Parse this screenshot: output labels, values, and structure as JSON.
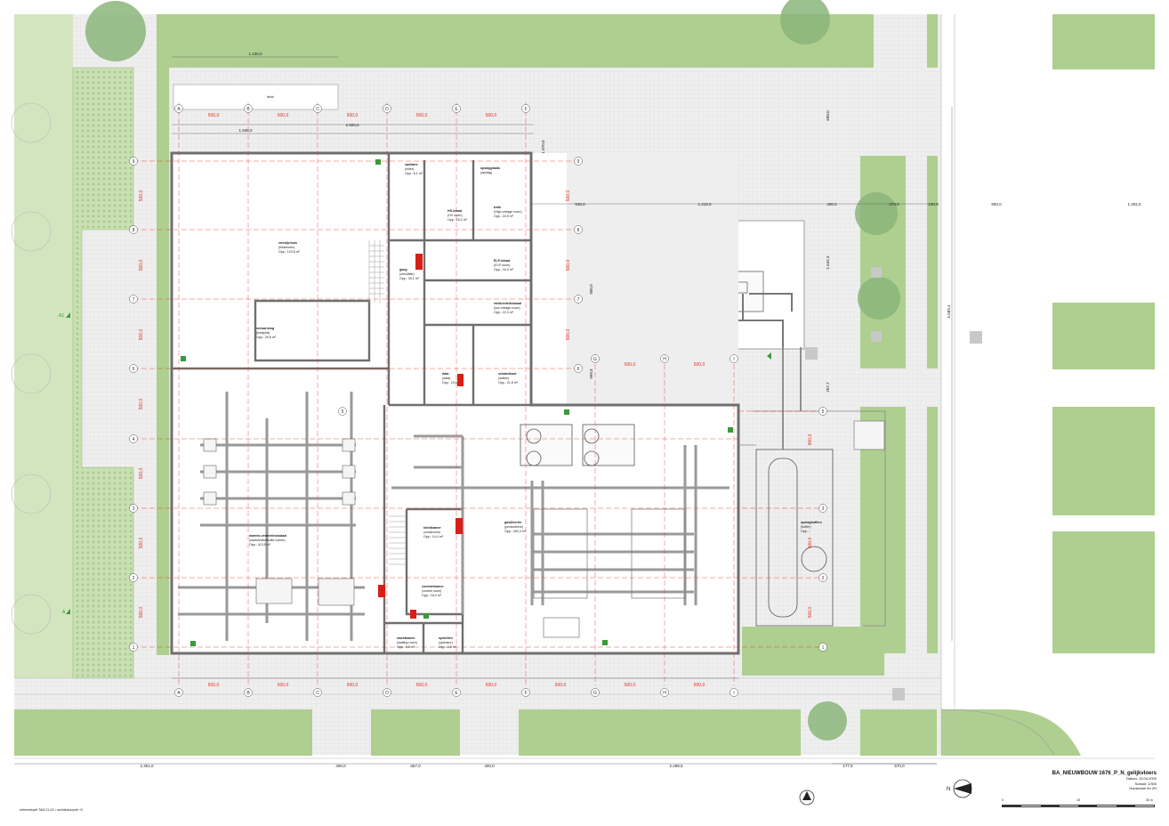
{
  "title_block": {
    "project": "BA_NIEUWBOUW 1676_P_N_gelijkvloers",
    "date": "Datum: 13.04.2020",
    "scale": "Schaal: 1/300",
    "version": "Huidversie fm 2H",
    "scale_labels": [
      "0",
      "15",
      "30 m"
    ]
  },
  "footnote": "referentiepeil TAW 21.43 = architectuurpeil +0",
  "north_label": "N",
  "grid_columns": [
    "A",
    "B",
    "C",
    "D",
    "E",
    "F"
  ],
  "grid_columns_bottom": [
    "A",
    "B",
    "C",
    "D",
    "E",
    "F",
    "G",
    "H",
    "I"
  ],
  "grid_columns_right": [
    "G",
    "H",
    "I"
  ],
  "grid_rows": [
    "9",
    "8",
    "7",
    "6",
    "5",
    "4",
    "3",
    "2",
    "1"
  ],
  "grid_rows_right": [
    "9",
    "8",
    "7",
    "6",
    "5",
    "3",
    "2",
    "1"
  ],
  "axis_spacing": "500,0",
  "dimensions_top": [
    "1.100,0",
    "1.945,0",
    "2.500,0"
  ],
  "dimensions_right_chain": [
    "538,0",
    "1.418,0",
    "400,0",
    "473,0",
    "100,0",
    "800,0",
    "1.202,0"
  ],
  "dimension_vertical_right": "5.589,4",
  "dimension_top_right": "600,0",
  "dimension_1": "1.870,0",
  "dimension_2": "1.542,3",
  "dimension_3": "257,7",
  "dimension_4": "999,6",
  "dimension_5": "900,0",
  "dimensions_bottom": [
    "2.301,0",
    "400,0",
    "667,0",
    "400,0",
    "2.288,5",
    "177,6",
    "570,0"
  ],
  "section_markers": [
    "A1",
    "A"
  ],
  "rooms": [
    {
      "name": "vrieslijnhuis",
      "line2": "(bedieneer)",
      "area": "Opp.: 123,6 m²"
    },
    {
      "name": "verwarming",
      "line2": "(heatplat)",
      "area": "Opp.: 29,8 m²"
    },
    {
      "name": "warmte-verdeelinstalaad",
      "line2": "(warmtedistributie ruimte)",
      "area": "Opp.: 413,5 m²"
    },
    {
      "name": "gang",
      "line2": "(circulatie)",
      "area": "Opp.: 39,1 m²"
    },
    {
      "name": "HS-lokaal",
      "line2": "(HV room)",
      "area": "Opp.: 16,3 m²"
    },
    {
      "name": "trafo",
      "line2": "(High voltage room)",
      "area": "Opp.: 22,5 m²"
    },
    {
      "name": "ELP-lokaal",
      "line2": "(ELP room)",
      "area": "Opp.: 16,3 m²"
    },
    {
      "name": "elektriciteitslokaal",
      "line2": "(low voltage room)",
      "area": "Opp.: 22,3 m²"
    },
    {
      "name": "data",
      "line2": "(data)",
      "area": "Opp.: 15,6 m²"
    },
    {
      "name": "schakelkast",
      "line2": "(switch)",
      "area": "Opp.: 21,8 m²"
    },
    {
      "name": "sanitaire",
      "line2": "(toilet)",
      "area": "Opp.: 6,1 m²"
    },
    {
      "name": "opslagplaats",
      "line2": "(opslag)",
      "area": ""
    },
    {
      "name": "kleedkamer",
      "line2": "(cloakroom)",
      "area": "Opp.: 14,4 m²"
    },
    {
      "name": "controlekamer",
      "line2": "(control room)",
      "area": "Opp.: 16,0 m²"
    },
    {
      "name": "wachtkamer",
      "line2": "(waiting room)",
      "area": "Opp.: 5,0 m²"
    },
    {
      "name": "opstellen",
      "line2": "(operator)",
      "area": "Opp.: 2,8 m²"
    },
    {
      "name": "gasdiverter",
      "line2": "(productieve)",
      "area": "Opp.: 283,4 m²"
    },
    {
      "name": "opslagbuffers",
      "line2": "(buffer)",
      "area": "Opp.: -"
    },
    {
      "name": "afval",
      "line2": "",
      "area": ""
    }
  ],
  "colors": {
    "grass": "#aecf8f",
    "paving": "#eeeeee",
    "wall": "#6f6f6f",
    "axis": "#e0301e",
    "fire": "#d91e18",
    "exit": "#3a9a3a",
    "tree": "#8bb57a"
  },
  "icons": [
    "north-arrow-icon",
    "compass-icon",
    "tree-icon",
    "emergency-exit-icon",
    "fire-extinguisher-icon"
  ]
}
